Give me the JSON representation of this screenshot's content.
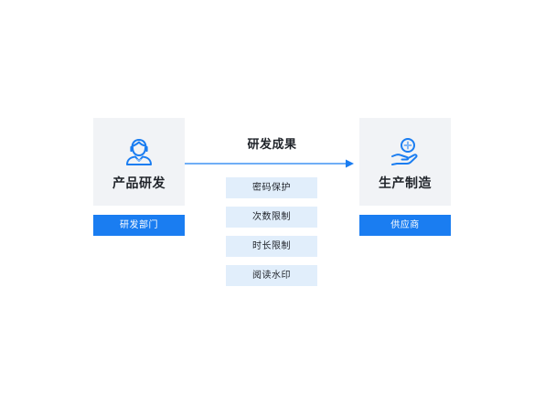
{
  "left_node": {
    "icon": "person-headset-icon",
    "title": "产品研发",
    "badge": "研发部门"
  },
  "right_node": {
    "icon": "hand-plus-icon",
    "title": "生产制造",
    "badge": "供应商"
  },
  "flow": {
    "label": "研发成果",
    "features": [
      "密码保护",
      "次数限制",
      "时长限制",
      "阅读水印"
    ]
  },
  "colors": {
    "accent": "#1a7df1",
    "card_bg": "#f1f3f6",
    "feature_bg": "#e1eefb",
    "text": "#1f2329"
  }
}
